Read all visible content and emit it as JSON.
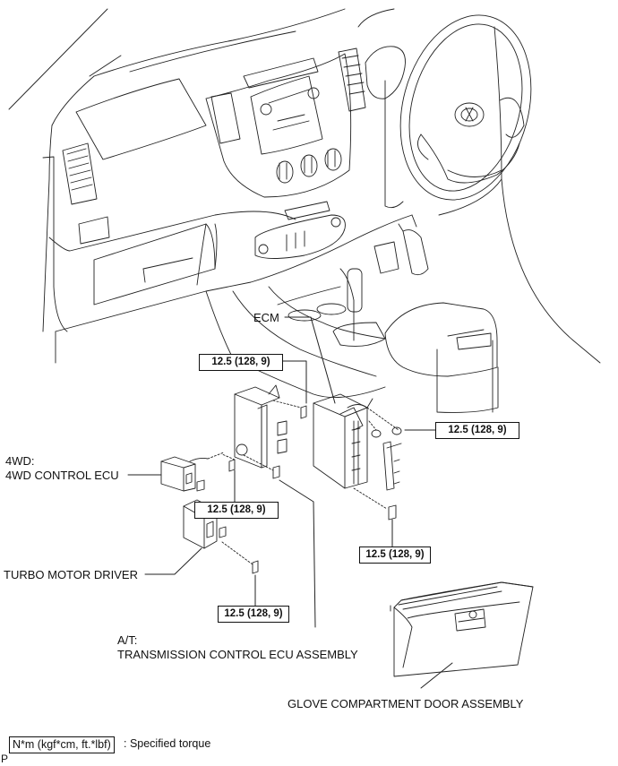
{
  "diagram": {
    "subject": "Vehicle interior dashboard with ECU locations",
    "components": {
      "ecm": "ECM",
      "fourwd_prefix": "4WD:",
      "fourwd_ecu": "4WD CONTROL ECU",
      "turbo": "TURBO MOTOR DRIVER",
      "at_prefix": "A/T:",
      "tcm": "TRANSMISSION CONTROL ECU ASSEMBLY",
      "glove": "GLOVE COMPARTMENT DOOR ASSEMBLY"
    },
    "torque_callouts": [
      "12.5 (128, 9)",
      "12.5 (128, 9)",
      "12.5 (128, 9)",
      "12.5 (128, 9)",
      "12.5 (128, 9)"
    ],
    "legend": {
      "unit_box": "N*m (kgf*cm, ft.*lbf)",
      "description": ": Specified torque"
    },
    "corner_mark": "P"
  }
}
